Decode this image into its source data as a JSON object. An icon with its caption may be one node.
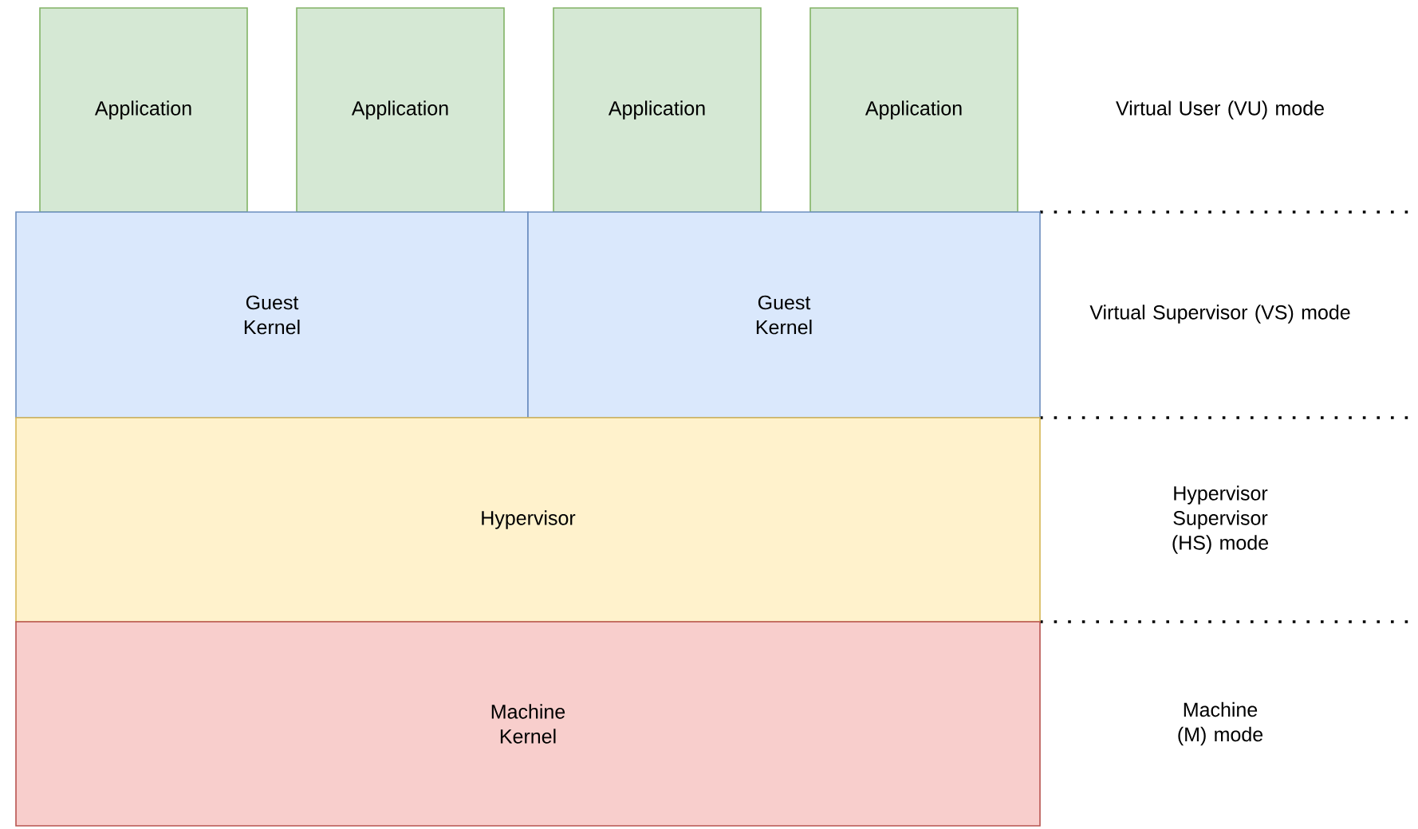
{
  "diagram": {
    "nodes": [
      {
        "text": [
          "Application"
        ]
      },
      {
        "text": [
          "Application"
        ]
      },
      {
        "text": [
          "Application"
        ]
      },
      {
        "text": [
          "Application"
        ]
      },
      {
        "text": [
          "Guest Kernel"
        ]
      },
      {
        "text": [
          "Guest Kernel"
        ]
      },
      {
        "text": [
          "Hypervisor"
        ]
      },
      {
        "text": [
          "Machine Kernel"
        ]
      }
    ],
    "labels": [
      "Virtual User (VU) mode",
      "Virtual Supervisor (VS) mode",
      "Hypervisor Supervisor (HS) mode",
      "Machine (M) mode"
    ]
  }
}
